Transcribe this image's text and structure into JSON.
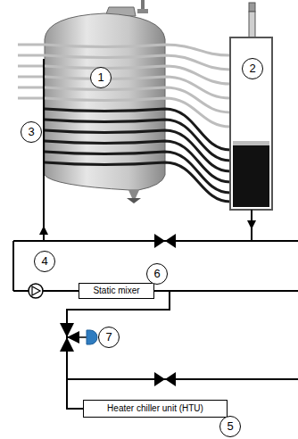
{
  "diagram": {
    "nodes": [
      {
        "text": [
          "1"
        ]
      },
      {
        "text": [
          "2"
        ]
      },
      {
        "text": [
          "3"
        ]
      },
      {
        "text": [
          "4"
        ]
      },
      {
        "text": [
          "6"
        ]
      },
      {
        "text": [
          "Static mixer"
        ]
      },
      {
        "text": [
          "7"
        ]
      },
      {
        "text": [
          "Heater chiller unit (HTU)"
        ]
      },
      {
        "text": [
          "5"
        ]
      }
    ],
    "edges": [
      {
        "from": 5,
        "to": 7,
        "arrow": "none"
      }
    ]
  }
}
